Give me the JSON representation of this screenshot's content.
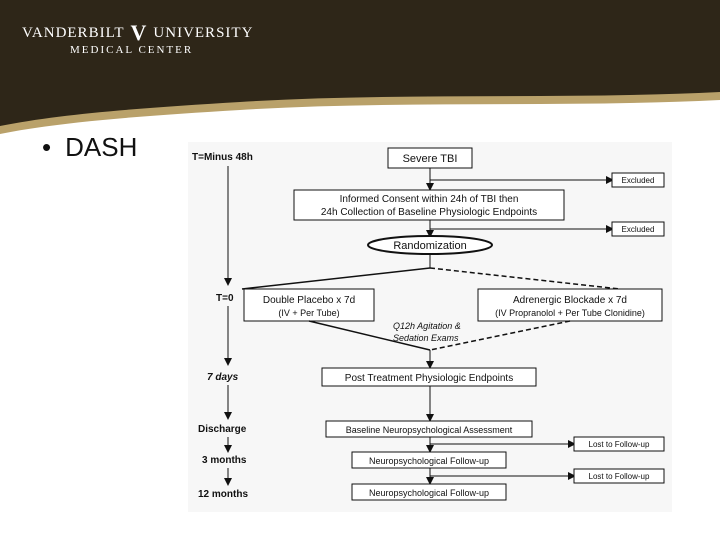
{
  "header": {
    "logo_left": "VANDERBILT",
    "logo_mark": "V",
    "logo_right": "UNIVERSITY",
    "logo_sub": "MEDICAL CENTER",
    "colors": {
      "brand_dark": "#2e2618",
      "brand_gold": "#b9a16a"
    }
  },
  "slide": {
    "bullet": "•",
    "title": "DASH"
  },
  "diagram": {
    "timeline": {
      "t_minus": "T=Minus 48h",
      "t0": "T=0",
      "days7": "7 days",
      "discharge": "Discharge",
      "m3": "3 months",
      "m12": "12 months"
    },
    "boxes": {
      "severe_tbi": "Severe TBI",
      "consent_line1": "Informed Consent within 24h of TBI then",
      "consent_line2": "24h Collection of Baseline Physiologic Endpoints",
      "randomization": "Randomization",
      "placebo_line1": "Double Placebo x 7d",
      "placebo_line2": "(IV + Per Tube)",
      "blockade_line1": "Adrenergic Blockade x 7d",
      "blockade_line2": "(IV Propranolol + Per Tube Clonidine)",
      "q12_line1": "Q12h Agitation &",
      "q12_line2": "Sedation Exams",
      "post_treatment": "Post Treatment Physiologic Endpoints",
      "baseline_neuro": "Baseline Neuropsychological Assessment",
      "followup_3": "Neuropsychological Follow-up",
      "followup_12": "Neuropsychological Follow-up"
    },
    "side": {
      "excluded_1": "Excluded",
      "excluded_2": "Excluded",
      "lost_1": "Lost to Follow-up",
      "lost_2": "Lost to Follow-up"
    }
  }
}
